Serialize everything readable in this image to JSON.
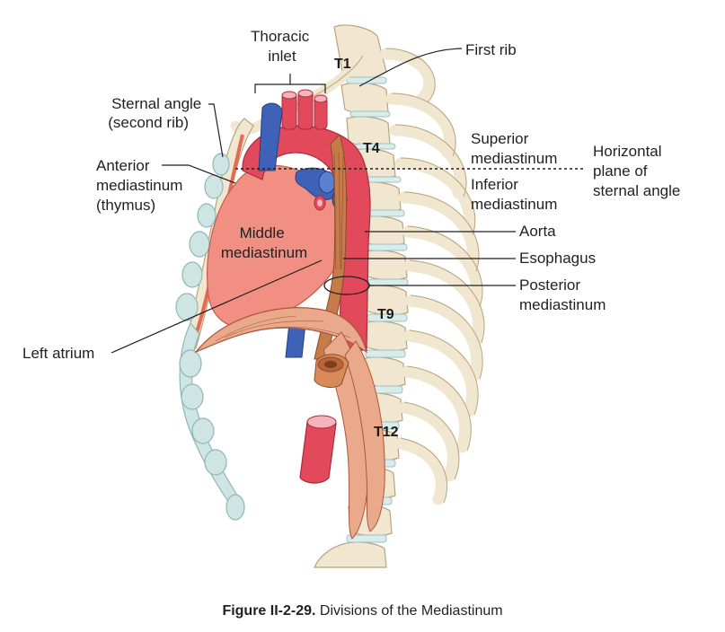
{
  "labels": {
    "thoracic_inlet": [
      "Thoracic",
      "inlet"
    ],
    "first_rib": "First rib",
    "sternal_angle": [
      "Sternal angle",
      "(second rib)"
    ],
    "anterior_mediastinum": [
      "Anterior",
      "mediastinum",
      "(thymus)"
    ],
    "superior_mediastinum": [
      "Superior",
      "mediastinum"
    ],
    "inferior_mediastinum": [
      "Inferior",
      "mediastinum"
    ],
    "horizontal_plane": [
      "Horizontal",
      "plane of",
      "sternal angle"
    ],
    "middle_mediastinum": [
      "Middle",
      "mediastinum"
    ],
    "aorta": "Aorta",
    "esophagus": "Esophagus",
    "posterior_mediastinum": [
      "Posterior",
      "mediastinum"
    ],
    "left_atrium": "Left atrium"
  },
  "vertebrae": [
    "T1",
    "T4",
    "T9",
    "T12"
  ],
  "caption": {
    "figure_number": "Figure II-2-29.",
    "title": "Divisions of the Mediastinum"
  },
  "colors": {
    "bone": "#f1e6cf",
    "bone_outline": "#b9a47c",
    "cartilage": "#cfe5e3",
    "heart": "#f08f82",
    "aorta": "#e24a5c",
    "vein": "#3f62b8",
    "esophagus": "#d98a5a",
    "diaphragm": "#e9a98a"
  }
}
